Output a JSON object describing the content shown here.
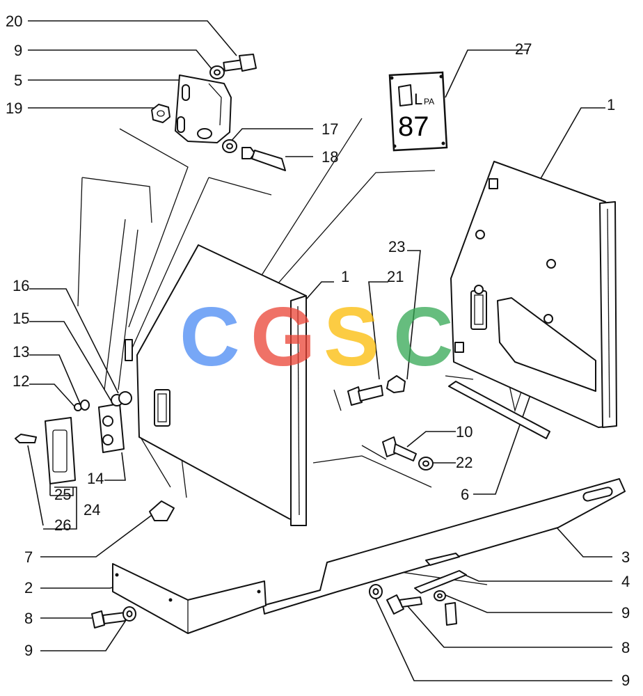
{
  "callouts": [
    {
      "id": "c20a",
      "text": "20"
    },
    {
      "id": "c9a",
      "text": "9"
    },
    {
      "id": "c5",
      "text": "5"
    },
    {
      "id": "c19",
      "text": "19"
    },
    {
      "id": "c17",
      "text": "17"
    },
    {
      "id": "c18",
      "text": "18"
    },
    {
      "id": "c27",
      "text": "27"
    },
    {
      "id": "c1a",
      "text": "1"
    },
    {
      "id": "c1b",
      "text": "1"
    },
    {
      "id": "c21",
      "text": "21"
    },
    {
      "id": "c23",
      "text": "23"
    },
    {
      "id": "c16",
      "text": "16"
    },
    {
      "id": "c15",
      "text": "15"
    },
    {
      "id": "c13",
      "text": "13"
    },
    {
      "id": "c12",
      "text": "12"
    },
    {
      "id": "c14",
      "text": "14"
    },
    {
      "id": "c25",
      "text": "25"
    },
    {
      "id": "c24",
      "text": "24"
    },
    {
      "id": "c26",
      "text": "26"
    },
    {
      "id": "c10",
      "text": "10"
    },
    {
      "id": "c22",
      "text": "22"
    },
    {
      "id": "c6",
      "text": "6"
    },
    {
      "id": "c7",
      "text": "7"
    },
    {
      "id": "c3",
      "text": "3"
    },
    {
      "id": "c2",
      "text": "2"
    },
    {
      "id": "c4",
      "text": "4"
    },
    {
      "id": "c8a",
      "text": "8"
    },
    {
      "id": "c9b",
      "text": "9"
    },
    {
      "id": "c9c",
      "text": "9"
    },
    {
      "id": "c8b",
      "text": "8"
    },
    {
      "id": "c9d",
      "text": "9"
    }
  ],
  "plate": {
    "prefix": "L",
    "suffix": "PA",
    "number": "87"
  },
  "watermark": {
    "letters": [
      "C",
      "G",
      "S",
      "C"
    ],
    "colors": [
      "#4a8af4",
      "#ea4335",
      "#fbbc05",
      "#34a853"
    ]
  },
  "colors": {
    "ink": "#111111",
    "paper": "#ffffff"
  }
}
